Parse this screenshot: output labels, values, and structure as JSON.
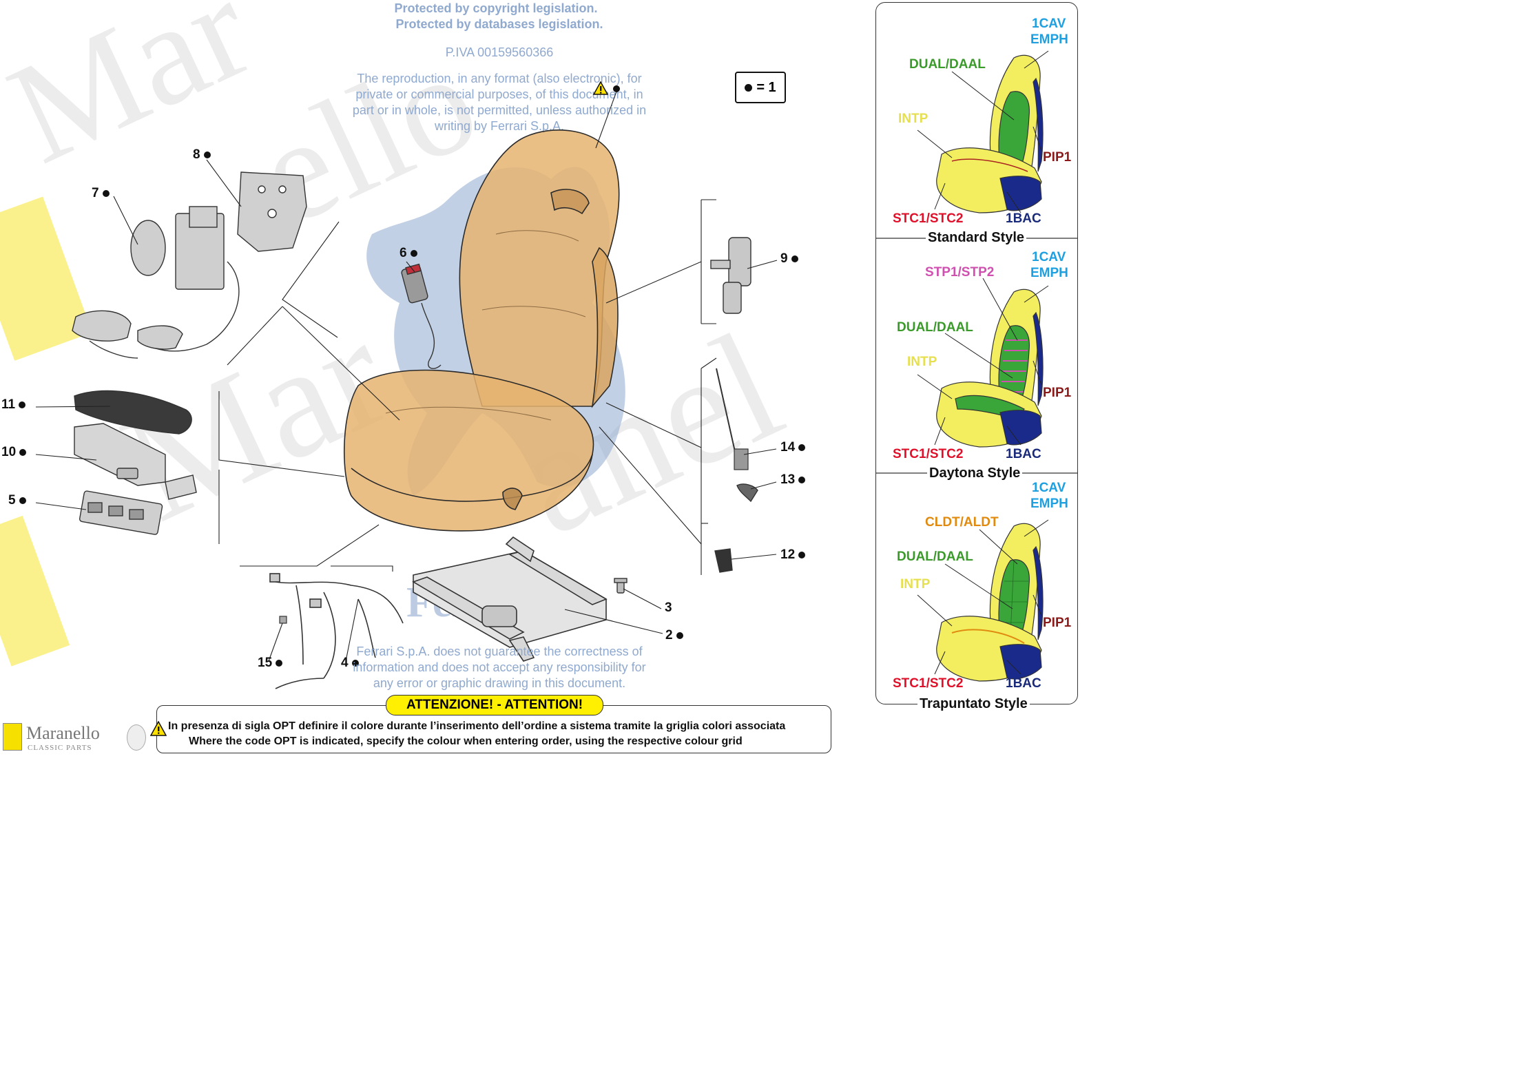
{
  "watermark": {
    "line1": "Protected by copyright legislation.",
    "line2": "Protected by databases legislation.",
    "piva": "P.IVA 00159560366",
    "repro1": "The reproduction, in any format (also electronic), for",
    "repro2": "private or commercial purposes, of this document, in",
    "repro3": "part or in whole, is not permitted, unless authorized in",
    "repro4": "writing by Ferrari S.p.A.",
    "disclaimer1": "Ferrari S.p.A. does not guarantee the correctness of",
    "disclaimer2": "information and does not accept any responsibility for",
    "disclaimer3": "any error or graphic drawing in this document.",
    "brand": "Ferrari",
    "bottom_logo_name": "Maranello",
    "bottom_logo_sub": "CLASSIC PARTS"
  },
  "legend": {
    "text": "= 1"
  },
  "callouts": {
    "c2": "2",
    "c3": "3",
    "c4": "4",
    "c5": "5",
    "c6": "6",
    "c7": "7",
    "c8": "8",
    "c9": "9",
    "c10": "10",
    "c11": "11",
    "c12": "12",
    "c13": "13",
    "c14": "14",
    "c15": "15"
  },
  "panel": {
    "standard": {
      "title": "Standard Style",
      "labels": {
        "cav": "1CAV",
        "emph": "EMPH",
        "dual": "DUAL/DAAL",
        "intp": "INTP",
        "pip": "PIP1",
        "stc": "STC1/STC2",
        "bac": "1BAC"
      }
    },
    "daytona": {
      "title": "Daytona Style",
      "labels": {
        "cav": "1CAV",
        "emph": "EMPH",
        "stp": "STP1/STP2",
        "dual": "DUAL/DAAL",
        "intp": "INTP",
        "pip": "PIP1",
        "stc": "STC1/STC2",
        "bac": "1BAC"
      }
    },
    "trapuntato": {
      "title": "Trapuntato Style",
      "labels": {
        "cav": "1CAV",
        "emph": "EMPH",
        "cldt": "CLDT/ALDT",
        "dual": "DUAL/DAAL",
        "intp": "INTP",
        "pip": "PIP1",
        "stc": "STC1/STC2",
        "bac": "1BAC"
      }
    }
  },
  "attention": {
    "title": "ATTENZIONE! - ATTENTION!",
    "line_it": "In presenza di sigla OPT definire il colore durante l’inserimento dell’ordine a sistema tramite la griglia colori associata",
    "line_en": "Where the code OPT is indicated, specify the colour when entering order, using the respective colour grid"
  },
  "colors": {
    "watermark": "#8fa9cf",
    "seat": "#e6b470",
    "label_blue": "#1ea0e0",
    "label_green": "#3a9a2a",
    "label_yellow": "#e6e050",
    "label_darkred": "#8a1a1a",
    "label_red": "#e0102a",
    "label_navy": "#1a2a7a",
    "label_pink": "#d050b0",
    "label_orange": "#e08a10",
    "attention_yellow": "#ffef00"
  }
}
